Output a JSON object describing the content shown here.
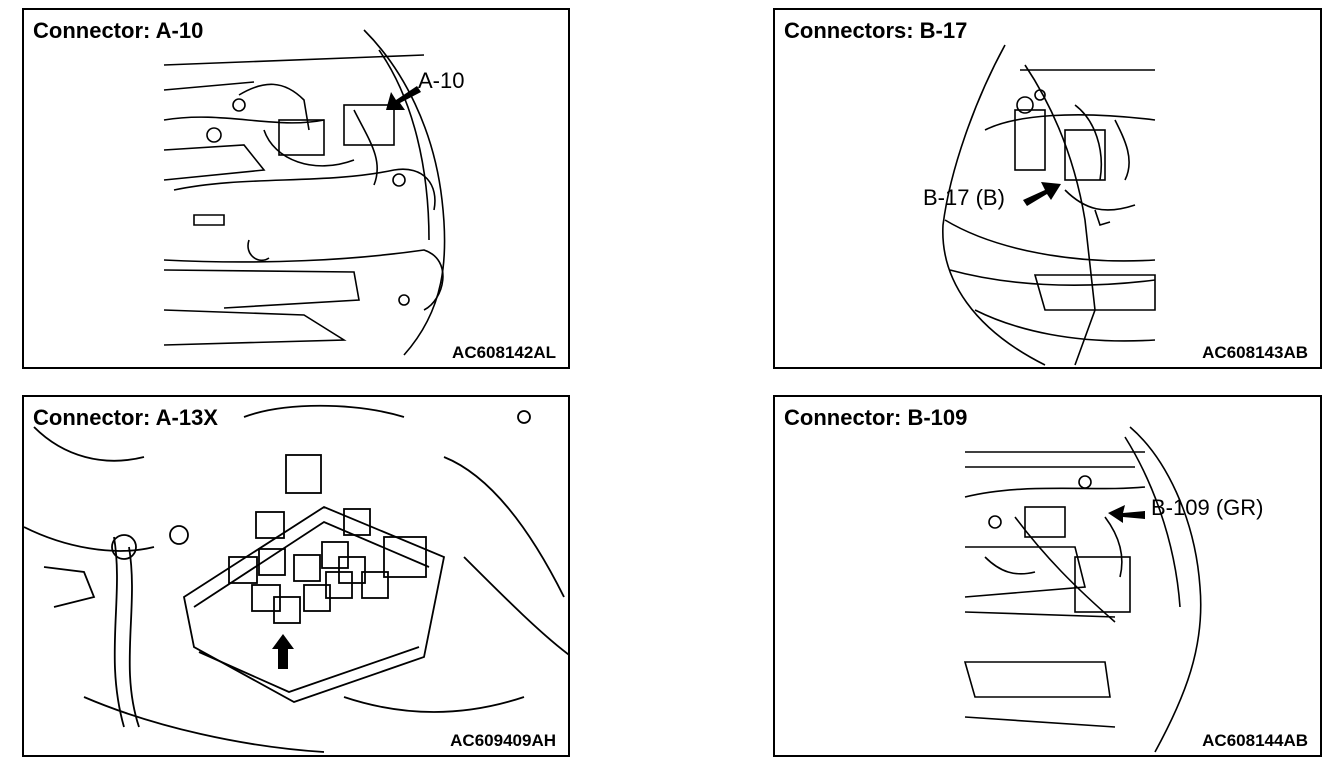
{
  "panels": [
    {
      "title": "Connector: A-10",
      "callout": "A-10",
      "code": "AC608142AL"
    },
    {
      "title": "Connectors: B-17",
      "callout": "B-17 (B)",
      "code": "AC608143AB"
    },
    {
      "title": "Connector: A-13X",
      "callout": "",
      "code": "AC609409AH"
    },
    {
      "title": "Connector: B-109",
      "callout": "B-109 (GR)",
      "code": "AC608144AB"
    }
  ],
  "colors": {
    "line": "#000000",
    "background": "#ffffff"
  }
}
